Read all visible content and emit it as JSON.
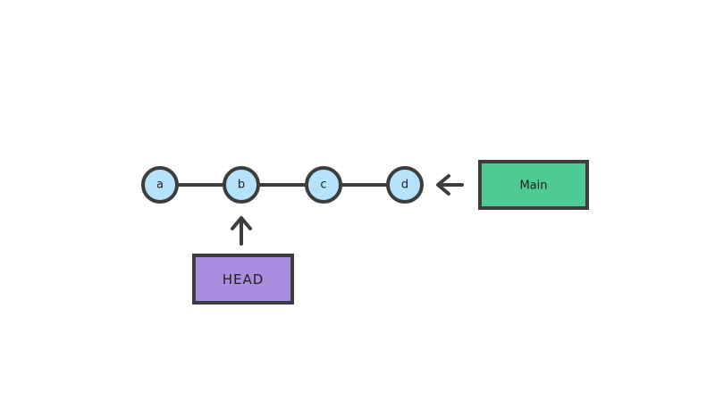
{
  "colors": {
    "background": "#ffffff",
    "outline": "#3d3d3d",
    "node_fill": "#b6e3fb",
    "branch_fill": "#4dcb92",
    "head_fill": "#ab8de0",
    "text": "#202020"
  },
  "graph": {
    "nodes": [
      {
        "label": "a"
      },
      {
        "label": "b"
      },
      {
        "label": "c"
      },
      {
        "label": "d"
      }
    ],
    "branch_label": "Main",
    "head_label": "HEAD"
  }
}
